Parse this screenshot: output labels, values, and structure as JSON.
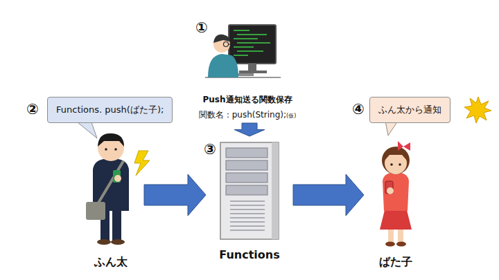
{
  "diagram": {
    "nodes": [
      {
        "text": [
          "Push通知送る関数保存",
          "関数名：push(String);",
          "(仮)"
        ]
      },
      {
        "text": [
          "Functions. push(ばた子);"
        ]
      },
      {
        "text": [
          "ふん太"
        ]
      },
      {
        "text": [
          "Functions"
        ]
      },
      {
        "text": [
          "ふん太から通知"
        ]
      },
      {
        "text": [
          "ばた子"
        ]
      }
    ],
    "edges": [
      {
        "from": 0,
        "to": 3,
        "arrow": "to"
      },
      {
        "from": 2,
        "to": 3,
        "arrow": "to"
      },
      {
        "from": 3,
        "to": 5,
        "arrow": "to"
      }
    ],
    "labels": [
      "①",
      "②",
      "③",
      "④"
    ]
  }
}
